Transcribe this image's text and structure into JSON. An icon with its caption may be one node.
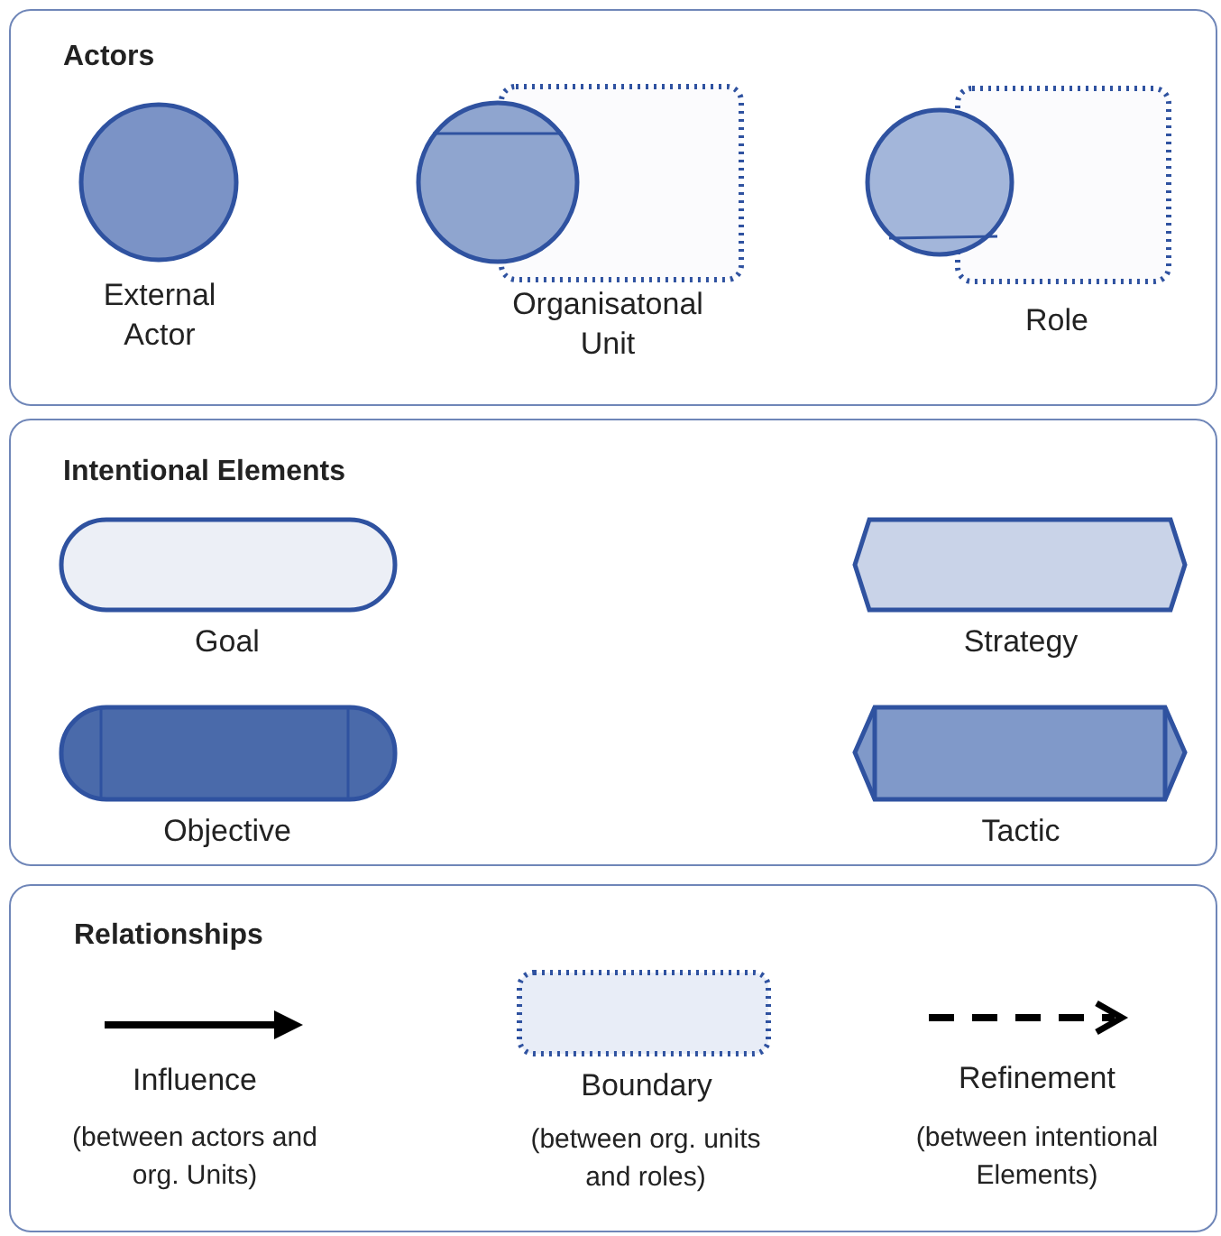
{
  "diagram": {
    "nodes": [
      {
        "text": [
          "Actors"
        ]
      },
      {
        "text": [
          "External Actor"
        ],
        "in": 0
      },
      {
        "text": [
          "Organisatonal Unit"
        ],
        "in": 0
      },
      {
        "text": [
          "Role"
        ],
        "in": 0
      },
      {
        "text": [
          "Intentional Elements"
        ]
      },
      {
        "text": [
          "Goal"
        ],
        "in": 4
      },
      {
        "text": [
          "Strategy"
        ],
        "in": 4
      },
      {
        "text": [
          "Objective"
        ],
        "in": 4
      },
      {
        "text": [
          "Tactic"
        ],
        "in": 4
      },
      {
        "text": [
          "Relationships"
        ]
      },
      {
        "text": [
          "Boundary",
          "(between org. units and roles)"
        ],
        "in": 9
      }
    ],
    "labels": [
      "Influence",
      "(between actors and org. Units)",
      "Refinement",
      "(between intentional Elements)"
    ]
  }
}
